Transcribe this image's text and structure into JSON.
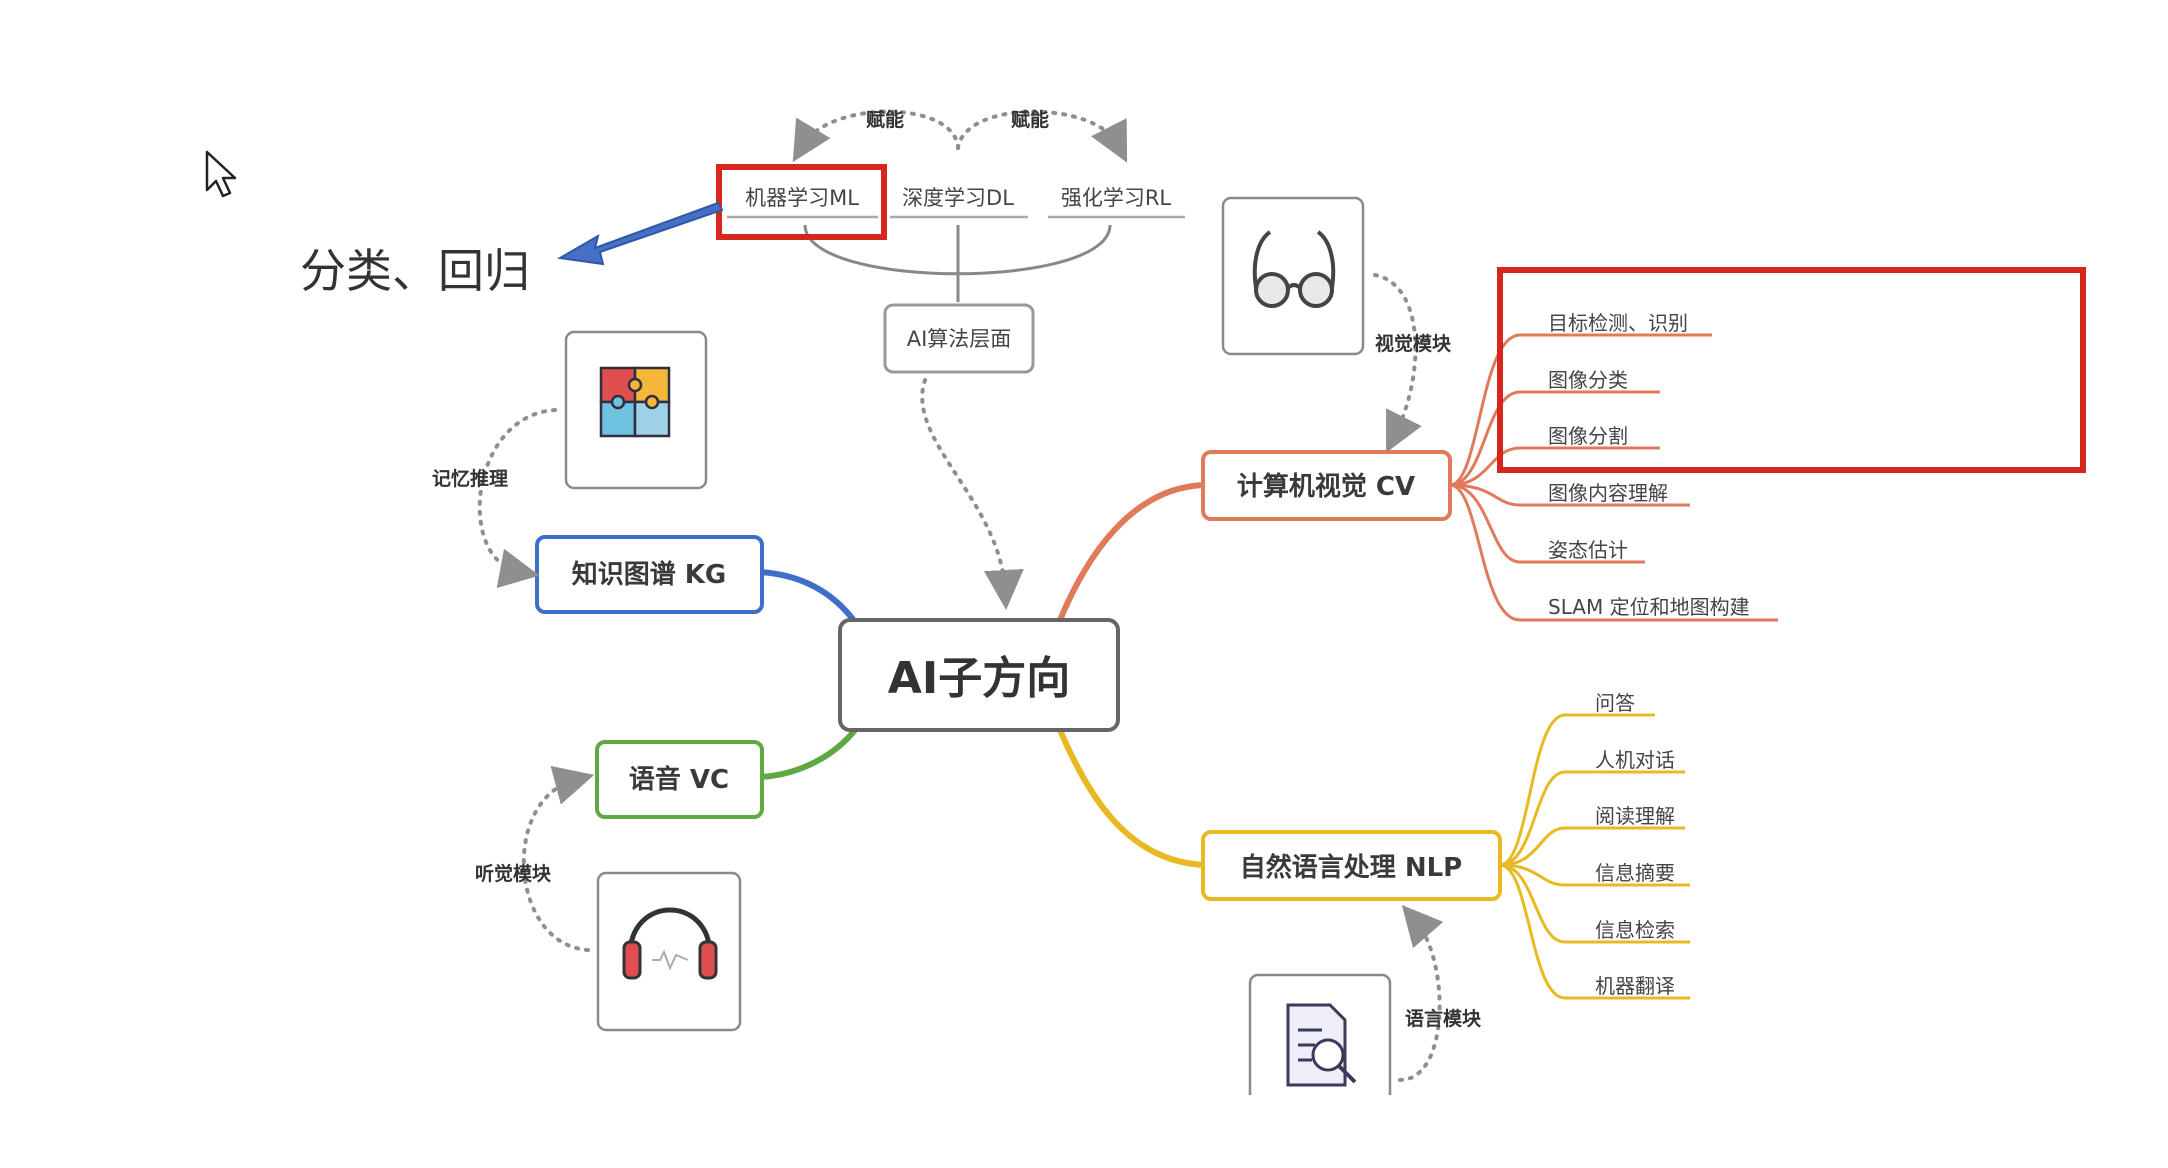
{
  "center": {
    "label": "AI子方向"
  },
  "algorithm_layer": {
    "label": "AI算法层面",
    "items": [
      "机器学习ML",
      "深度学习DL",
      "强化学习RL"
    ],
    "relation_label": "赋能"
  },
  "annotation": {
    "text": "分类、回归"
  },
  "branches": {
    "cv": {
      "label": "计算机视觉 CV",
      "module_label": "视觉模块",
      "color": "#E07A5A",
      "leaves": [
        "目标检测、识别",
        "图像分类",
        "图像分割",
        "图像内容理解",
        "姿态估计",
        "SLAM 定位和地图构建"
      ]
    },
    "nlp": {
      "label": "自然语言处理 NLP",
      "module_label": "语言模块",
      "color": "#E8B923",
      "leaves": [
        "问答",
        "人机对话",
        "阅读理解",
        "信息摘要",
        "信息检索",
        "机器翻译"
      ]
    },
    "kg": {
      "label": "知识图谱 KG",
      "module_label": "记忆推理",
      "color": "#3F6EC9"
    },
    "vc": {
      "label": "语音 VC",
      "module_label": "听觉模块",
      "color": "#5FA844"
    }
  },
  "highlight_color": "#D7261E",
  "icons": [
    "glasses-icon",
    "puzzle-icon",
    "headphones-icon",
    "document-search-icon",
    "cursor-icon"
  ]
}
